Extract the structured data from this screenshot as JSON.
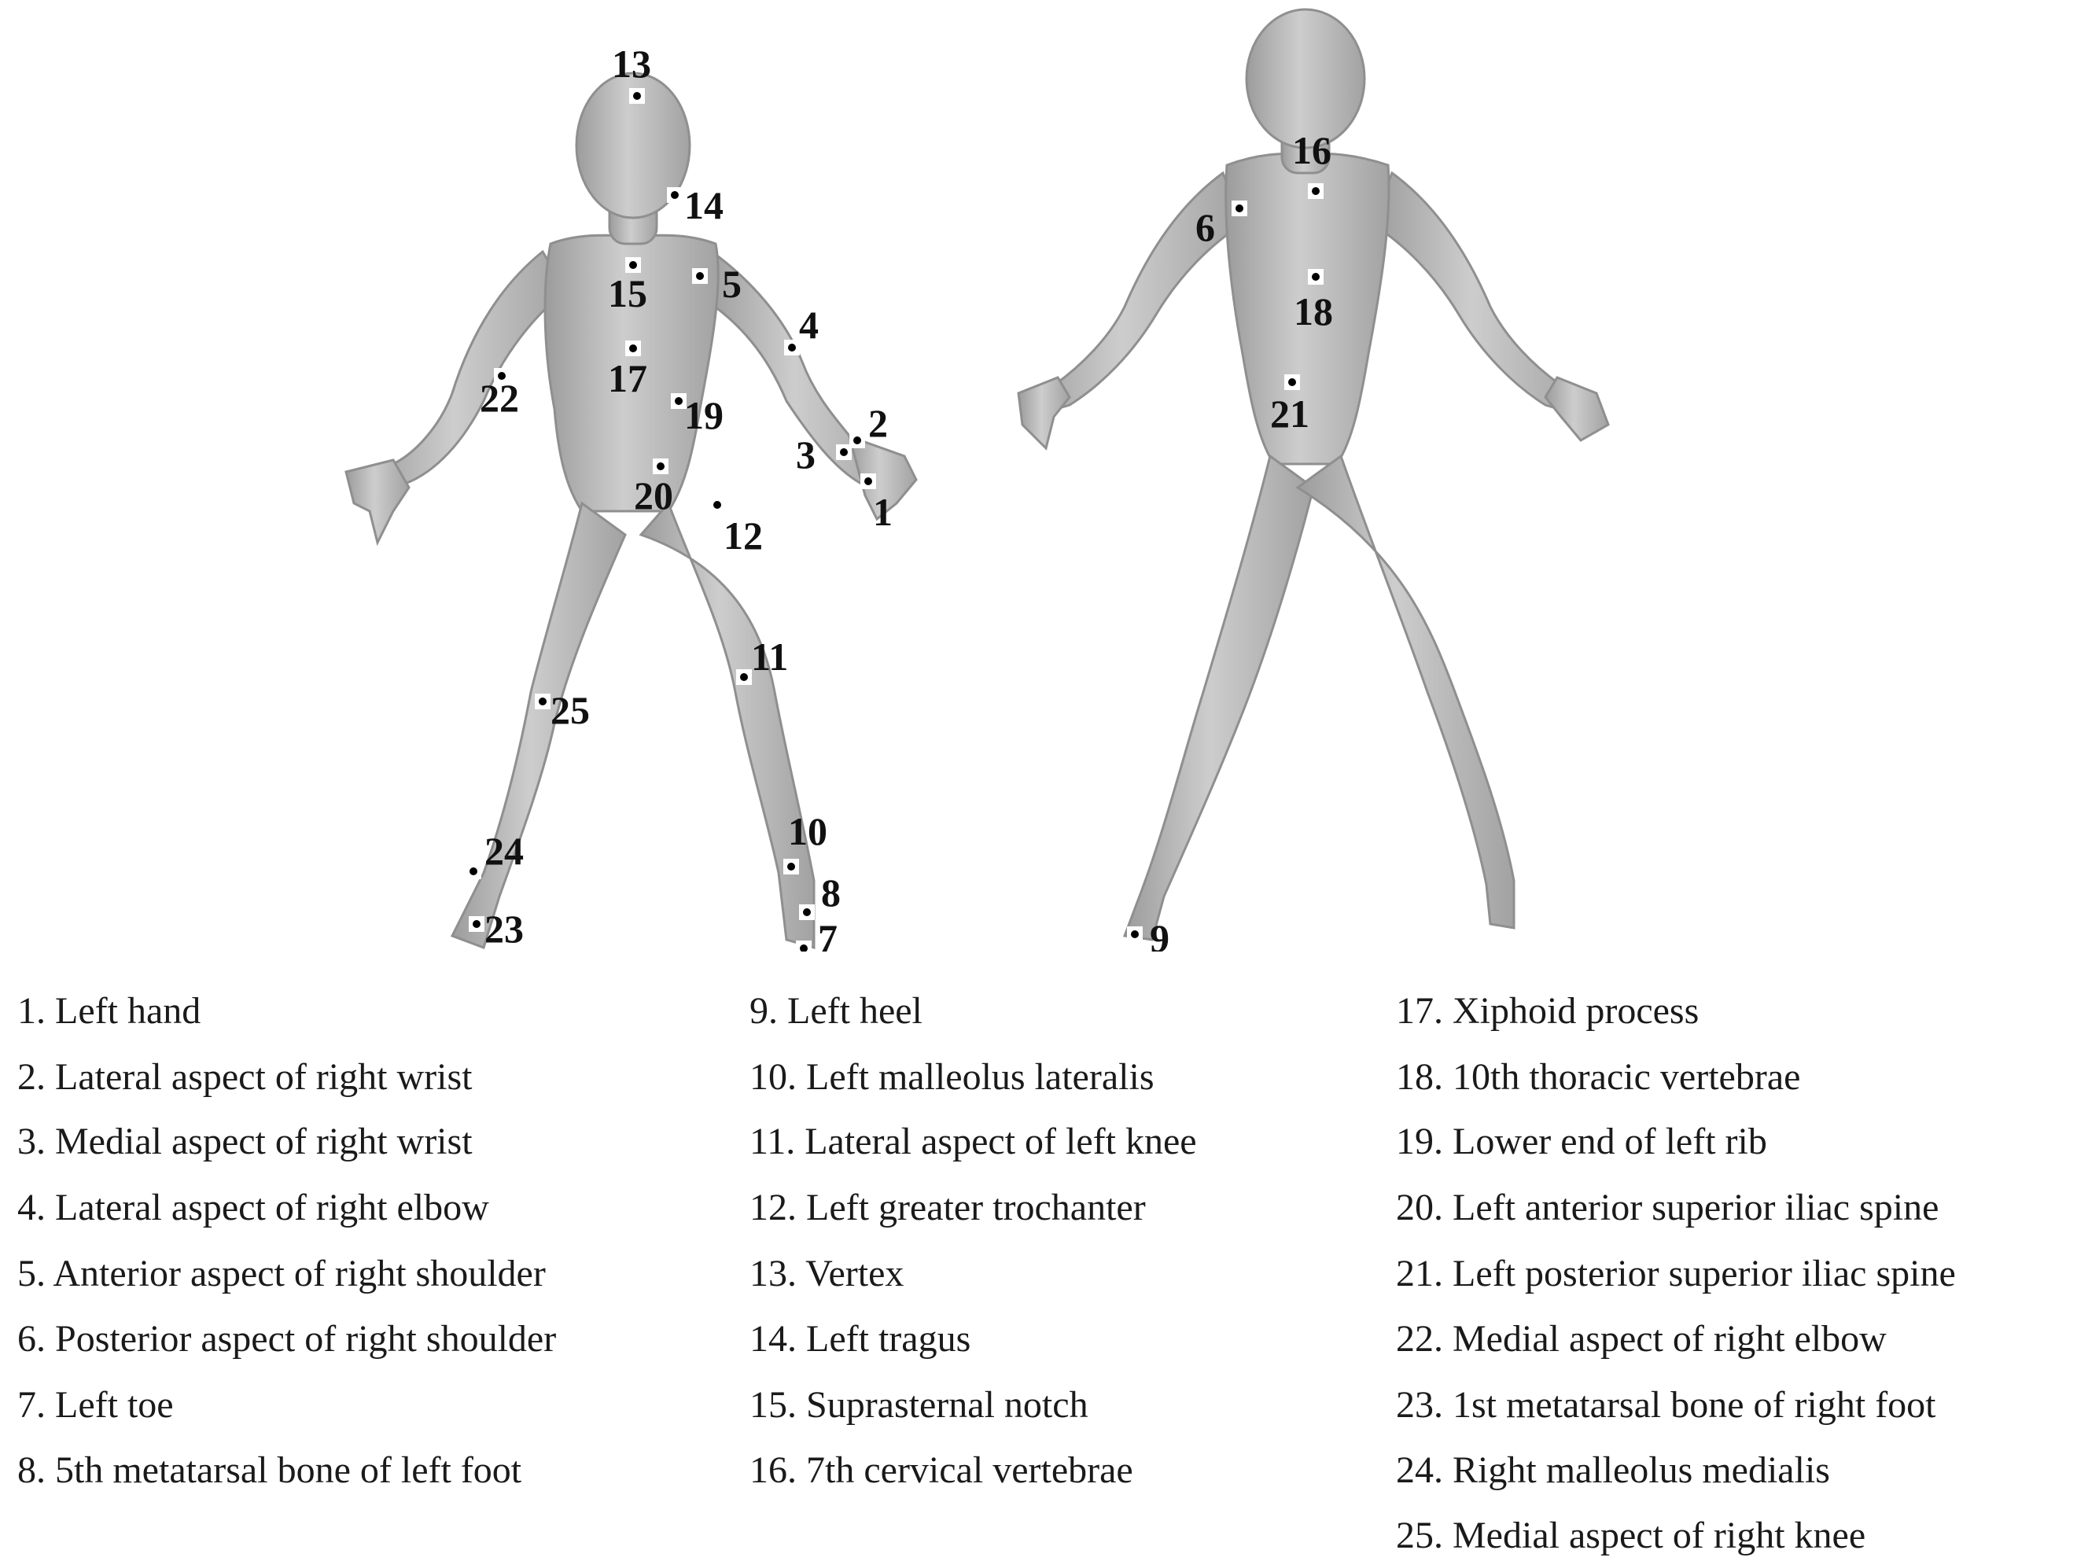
{
  "markers": [
    {
      "label": "1"
    },
    {
      "label": "2"
    },
    {
      "label": "3"
    },
    {
      "label": "4"
    },
    {
      "label": "5"
    },
    {
      "label": "6"
    },
    {
      "label": "7"
    },
    {
      "label": "8"
    },
    {
      "label": "9"
    },
    {
      "label": "10"
    },
    {
      "label": "11"
    },
    {
      "label": "12"
    },
    {
      "label": "13"
    },
    {
      "label": "14"
    },
    {
      "label": "15"
    },
    {
      "label": "16"
    },
    {
      "label": "17"
    },
    {
      "label": "18"
    },
    {
      "label": "19"
    },
    {
      "label": "20"
    },
    {
      "label": "21"
    },
    {
      "label": "22"
    },
    {
      "label": "23"
    },
    {
      "label": "24"
    },
    {
      "label": "25"
    }
  ],
  "legend": [
    {
      "text": "1. Left hand"
    },
    {
      "text": "2. Lateral aspect of right wrist"
    },
    {
      "text": "3. Medial aspect of right wrist"
    },
    {
      "text": "4. Lateral aspect of right elbow"
    },
    {
      "text": "5. Anterior aspect of right shoulder"
    },
    {
      "text": "6. Posterior aspect of right shoulder"
    },
    {
      "text": "7. Left toe"
    },
    {
      "text": "8. 5th metatarsal bone of left foot"
    },
    {
      "text": "9. Left heel"
    },
    {
      "text": "10. Left malleolus lateralis"
    },
    {
      "text": "11. Lateral aspect of left knee"
    },
    {
      "text": "12. Left greater trochanter"
    },
    {
      "text": "13. Vertex"
    },
    {
      "text": "14. Left tragus"
    },
    {
      "text": "15. Suprasternal notch"
    },
    {
      "text": "16. 7th cervical vertebrae"
    },
    {
      "text": "17. Xiphoid process"
    },
    {
      "text": "18. 10th thoracic vertebrae"
    },
    {
      "text": "19. Lower end of left rib"
    },
    {
      "text": "20. Left anterior superior iliac spine"
    },
    {
      "text": "21. Left posterior superior iliac spine"
    },
    {
      "text": "22. Medial aspect of right elbow"
    },
    {
      "text": "23. 1st metatarsal bone of right foot"
    },
    {
      "text": "24. Right malleolus medialis"
    },
    {
      "text": "25. Medial aspect of right knee"
    }
  ],
  "colors": {
    "body": "#b9b9b9",
    "body_edge": "#8f8f8f",
    "marker": "#000000"
  }
}
